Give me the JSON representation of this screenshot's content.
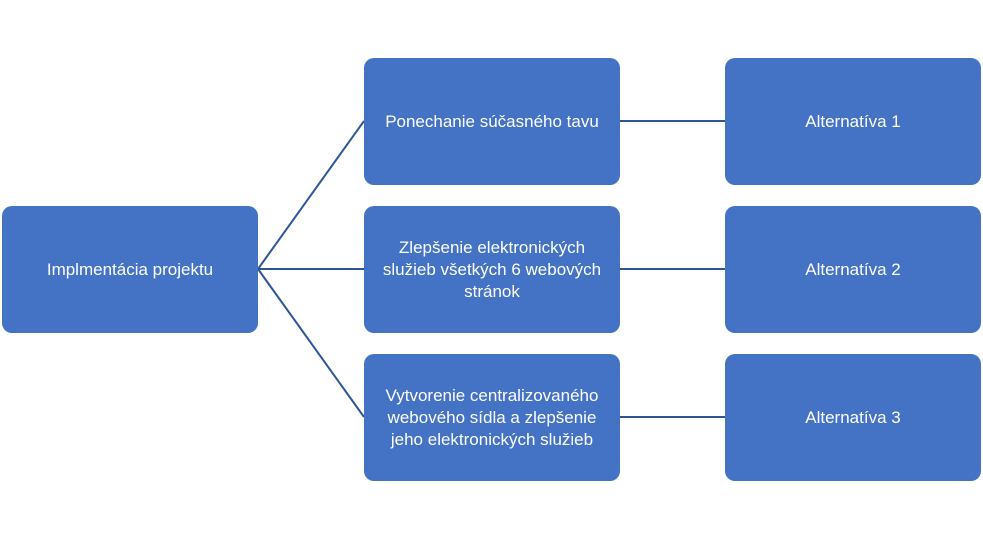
{
  "diagram": {
    "root": {
      "label": "Implmentácia projektu"
    },
    "options": [
      {
        "label": "Ponechanie súčasného tavu"
      },
      {
        "label": "Zlepšenie elektronických\nslužieb všetkých 6 webových\nstránok"
      },
      {
        "label": "Vytvorenie centralizovaného\nwebového sídla a zlepšenie\njeho elektronických služieb"
      }
    ],
    "alternatives": [
      {
        "label": "Alternatíva 1"
      },
      {
        "label": "Alternatíva 2"
      },
      {
        "label": "Alternatíva 3"
      }
    ],
    "colors": {
      "node_fill": "#4472c4",
      "node_text": "#ffffff",
      "connector": "#2f5597"
    }
  }
}
